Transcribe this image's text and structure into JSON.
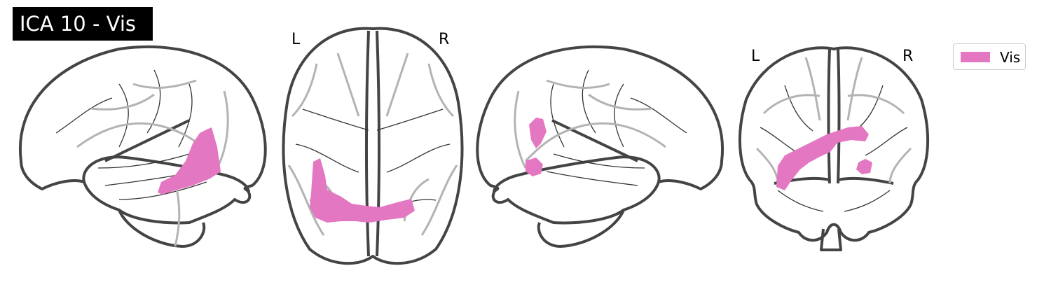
{
  "title": "ICA 10 - Vis",
  "views": {
    "axial": {
      "left_label": "L",
      "right_label": "R"
    },
    "coronal": {
      "left_label": "L",
      "right_label": "R"
    }
  },
  "legend": {
    "label": "Vis",
    "color": "#e377c2"
  },
  "colors": {
    "component": "#e377c2",
    "outline": "#444444",
    "ghost": "#b3b3b3"
  }
}
